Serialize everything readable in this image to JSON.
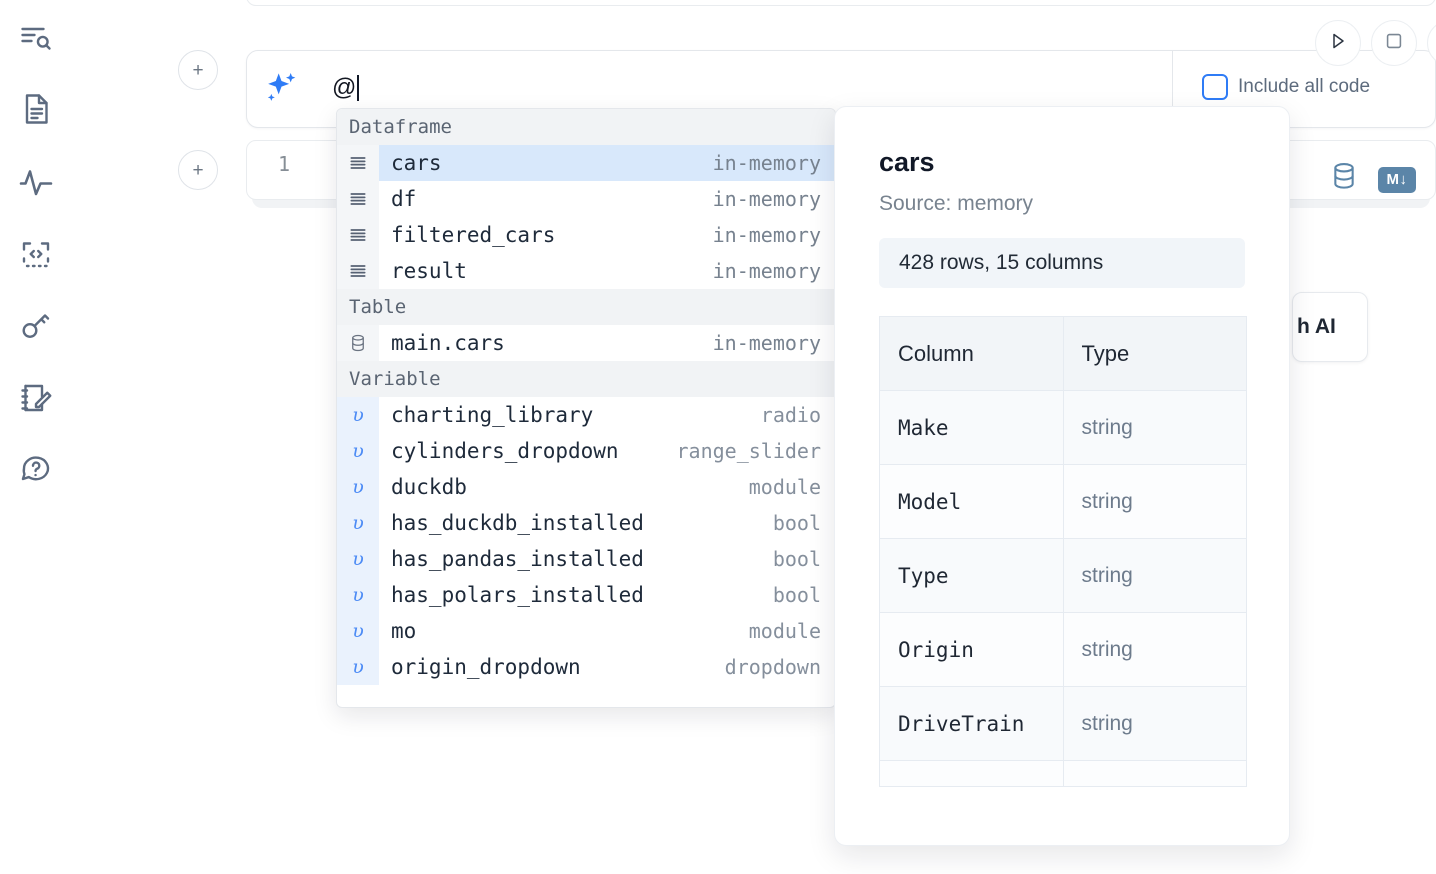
{
  "sidebar": {
    "items": [
      {
        "name": "explore-search-icon",
        "label": "Explore"
      },
      {
        "name": "file-document-icon",
        "label": "Files"
      },
      {
        "name": "activity-pulse-icon",
        "label": "Activity"
      },
      {
        "name": "code-snippets-icon",
        "label": "Snippets"
      },
      {
        "name": "secrets-key-icon",
        "label": "Secrets"
      },
      {
        "name": "scratchpad-edit-icon",
        "label": "Scratchpad"
      },
      {
        "name": "help-question-icon",
        "label": "Help"
      }
    ]
  },
  "toolbar": {
    "add_cell_label": "+",
    "run_label": "Run",
    "stop_label": "Stop",
    "include_all_code_label": "Include all code",
    "include_all_code_checked": false,
    "accent_color": "#2f7cf6"
  },
  "ai_prompt": {
    "icon": "sparkles-icon",
    "value": "@",
    "placeholder": ""
  },
  "cell": {
    "line_number": "1",
    "database_icon": "database-icon",
    "markdown_badge": "M↓"
  },
  "background_card": {
    "label": "h AI"
  },
  "autocomplete": {
    "groups": [
      {
        "label": "Dataframe",
        "items": [
          {
            "icon": "dataframe-icon",
            "name": "cars",
            "kind": "in-memory",
            "selected": true
          },
          {
            "icon": "dataframe-icon",
            "name": "df",
            "kind": "in-memory",
            "selected": false
          },
          {
            "icon": "dataframe-icon",
            "name": "filtered_cars",
            "kind": "in-memory",
            "selected": false
          },
          {
            "icon": "dataframe-icon",
            "name": "result",
            "kind": "in-memory",
            "selected": false
          }
        ]
      },
      {
        "label": "Table",
        "items": [
          {
            "icon": "table-database-icon",
            "name": "main.cars",
            "kind": "in-memory",
            "selected": false
          }
        ]
      },
      {
        "label": "Variable",
        "items": [
          {
            "icon": "variable-icon",
            "name": "charting_library",
            "kind": "radio",
            "selected": false
          },
          {
            "icon": "variable-icon",
            "name": "cylinders_dropdown",
            "kind": "range_slider",
            "selected": false
          },
          {
            "icon": "variable-icon",
            "name": "duckdb",
            "kind": "module",
            "selected": false
          },
          {
            "icon": "variable-icon",
            "name": "has_duckdb_installed",
            "kind": "bool",
            "selected": false
          },
          {
            "icon": "variable-icon",
            "name": "has_pandas_installed",
            "kind": "bool",
            "selected": false
          },
          {
            "icon": "variable-icon",
            "name": "has_polars_installed",
            "kind": "bool",
            "selected": false
          },
          {
            "icon": "variable-icon",
            "name": "mo",
            "kind": "module",
            "selected": false
          },
          {
            "icon": "variable-icon",
            "name": "origin_dropdown",
            "kind": "dropdown",
            "selected": false
          }
        ]
      }
    ]
  },
  "detail": {
    "title": "cars",
    "source": "Source: memory",
    "shape": "428 rows, 15 columns",
    "table": {
      "headers": [
        "Column",
        "Type"
      ],
      "rows": [
        [
          "Make",
          "string"
        ],
        [
          "Model",
          "string"
        ],
        [
          "Type",
          "string"
        ],
        [
          "Origin",
          "string"
        ],
        [
          "DriveTrain",
          "string"
        ]
      ]
    }
  }
}
